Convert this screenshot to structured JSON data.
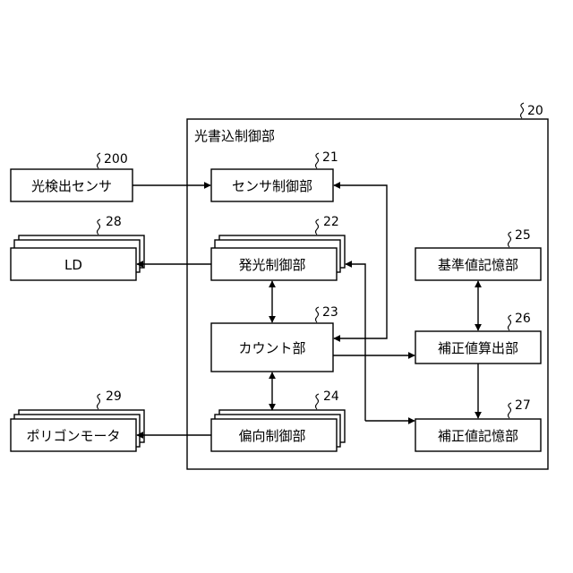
{
  "frame": {
    "label": "光書込制御部",
    "ref": "20"
  },
  "blocks": {
    "light_sensor": {
      "label": "光検出センサ",
      "ref": "200"
    },
    "ld": {
      "label": "LD",
      "ref": "28"
    },
    "polygon_motor": {
      "label": "ポリゴンモータ",
      "ref": "29"
    },
    "sensor_control": {
      "label": "センサ制御部",
      "ref": "21"
    },
    "emission_control": {
      "label": "発光制御部",
      "ref": "22"
    },
    "count": {
      "label": "カウント部",
      "ref": "23"
    },
    "deflection_control": {
      "label": "偏向制御部",
      "ref": "24"
    },
    "reference_memory": {
      "label": "基準値記憶部",
      "ref": "25"
    },
    "correction_calc": {
      "label": "補正値算出部",
      "ref": "26"
    },
    "correction_memory": {
      "label": "補正値記憶部",
      "ref": "27"
    }
  }
}
